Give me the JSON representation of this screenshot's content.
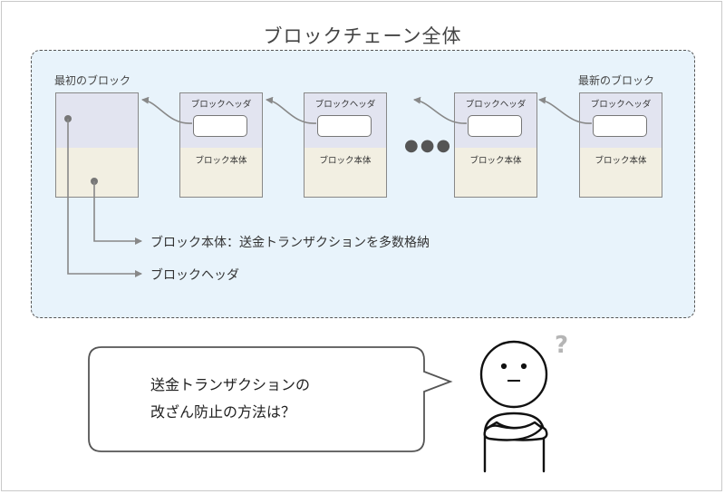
{
  "title": "ブロックチェーン全体",
  "labels": {
    "first_block": "最初のブロック",
    "latest_block": "最新のブロック"
  },
  "blocks": [
    {
      "header": "",
      "body": ""
    },
    {
      "header": "ブロックヘッダ",
      "body": "ブロック本体"
    },
    {
      "header": "ブロックヘッダ",
      "body": "ブロック本体"
    },
    {
      "header": "ブロックヘッダ",
      "body": "ブロック本体"
    },
    {
      "header": "ブロックヘッダ",
      "body": "ブロック本体"
    }
  ],
  "ellipsis": "●●●",
  "callouts": {
    "body": "ブロック本体：送金トランザクションを多数格納",
    "header": "ブロックヘッダ"
  },
  "bubble": {
    "line1": "送金トランザクションの",
    "line2": "改ざん防止の方法は？"
  },
  "question_mark": "?",
  "colors": {
    "area_bg": "#e8f3fb",
    "header_bg": "#e2e4f0",
    "body_bg": "#f2efe2",
    "arrow": "#888888"
  }
}
